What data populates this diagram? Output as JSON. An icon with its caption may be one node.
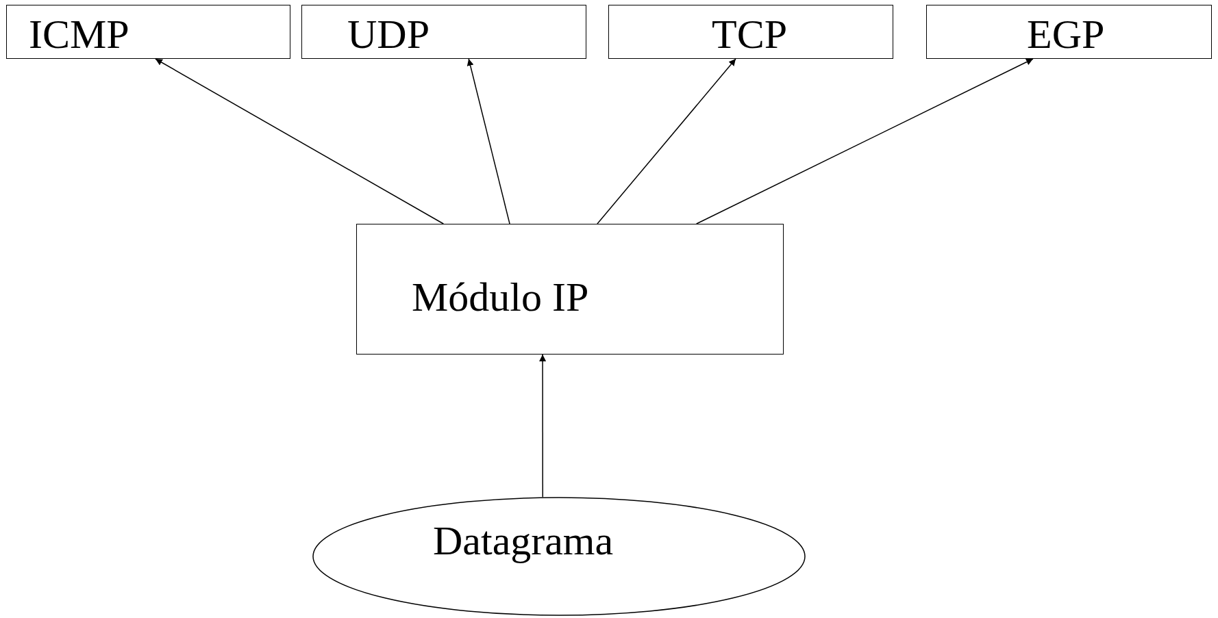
{
  "diagram": {
    "nodes": [
      {
        "text": [
          "ICMP"
        ]
      },
      {
        "text": [
          "UDP"
        ]
      },
      {
        "text": [
          "TCP"
        ]
      },
      {
        "text": [
          "EGP"
        ]
      },
      {
        "text": [
          "Módulo IP"
        ]
      },
      {
        "text": [
          "Datagrama"
        ]
      }
    ],
    "edges": [
      {
        "from": 4,
        "to": 0,
        "arrow": "to"
      },
      {
        "from": 4,
        "to": 1,
        "arrow": "to"
      },
      {
        "from": 4,
        "to": 2,
        "arrow": "to"
      },
      {
        "from": 4,
        "to": 3,
        "arrow": "to"
      },
      {
        "from": 5,
        "to": 4,
        "arrow": "to"
      }
    ]
  }
}
